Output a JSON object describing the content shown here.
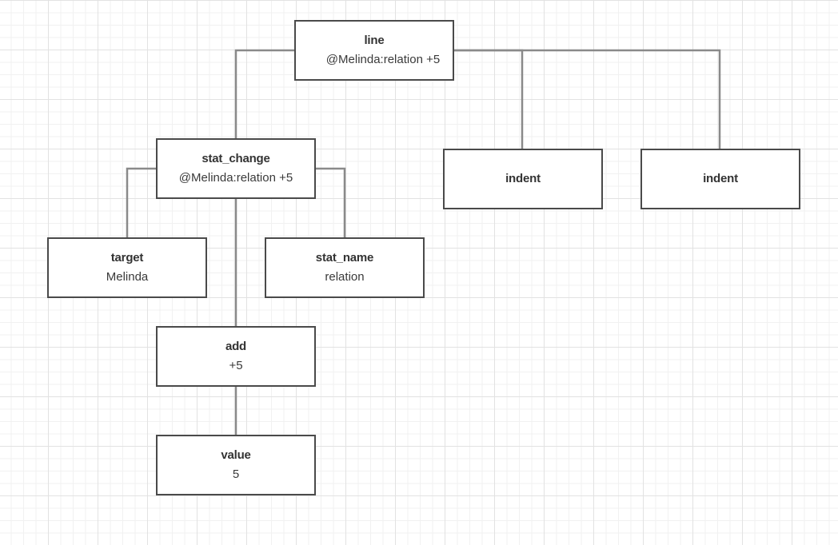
{
  "nodes": {
    "line": {
      "title": "line",
      "value": "@Melinda:relation +5"
    },
    "stat_change": {
      "title": "stat_change",
      "value": "@Melinda:relation +5"
    },
    "indent_1": {
      "title": "indent",
      "value": ""
    },
    "indent_2": {
      "title": "indent",
      "value": ""
    },
    "target": {
      "title": "target",
      "value": "Melinda"
    },
    "stat_name": {
      "title": "stat_name",
      "value": "relation"
    },
    "add": {
      "title": "add",
      "value": "+5"
    },
    "value": {
      "title": "value",
      "value": "5"
    }
  },
  "colors": {
    "border": "#4a4a4a",
    "connector": "#8a8a8a",
    "text": "#333333"
  }
}
